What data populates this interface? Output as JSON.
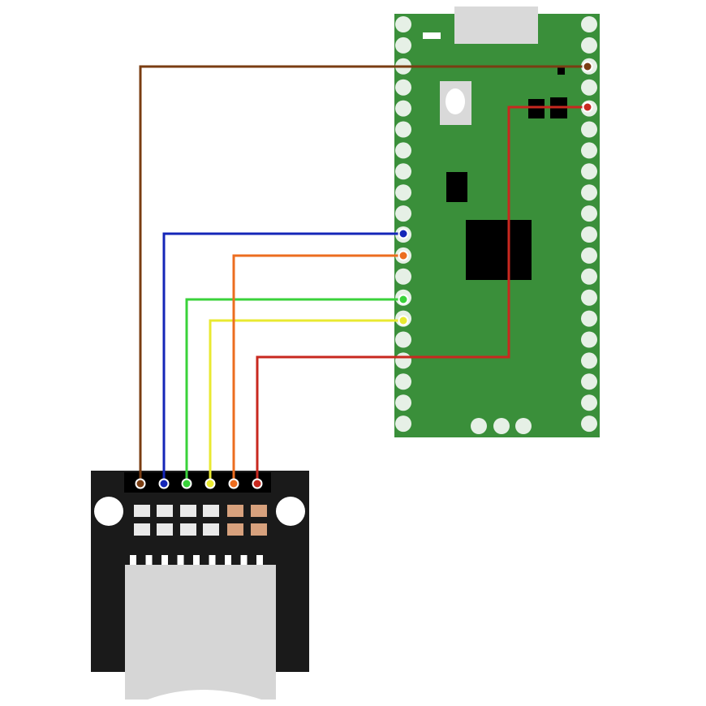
{
  "colors": {
    "background": "#ffffff",
    "pcb_green": "#3a8f3a",
    "pcb_border": "#2f7a2f",
    "pad": "#e6f0e6",
    "usb_port": "#d9d9d9",
    "chip": "#000000",
    "sd_board": "#1a1a1a",
    "sd_slot": "#d6d6d6",
    "sd_contacts": "#ffffff",
    "resistor_light": "#e9e9e9",
    "resistor_brown": "#d7a17d"
  },
  "wires": [
    {
      "name": "brown-wire",
      "color": "#7a3d12"
    },
    {
      "name": "blue-wire",
      "color": "#1426b8"
    },
    {
      "name": "green-wire",
      "color": "#39d23a"
    },
    {
      "name": "yellow-wire",
      "color": "#e9e931"
    },
    {
      "name": "orange-wire",
      "color": "#ec6d1f"
    },
    {
      "name": "red-wire",
      "color": "#c8281f"
    }
  ],
  "icons": {
    "microcontroller": "microcontroller-board-icon",
    "sd_module": "sd-card-module-icon"
  }
}
